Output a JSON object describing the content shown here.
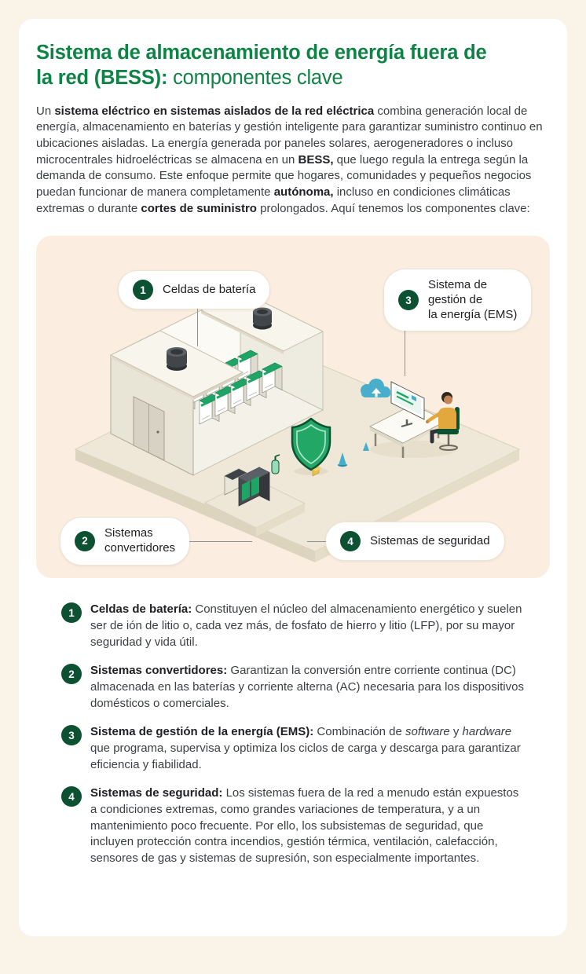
{
  "colors": {
    "accent_green": "#0e8345",
    "dark_green": "#0c5132",
    "battery_green": "#1ea566",
    "page_bg": "#faf3e8",
    "panel_bg": "#fbeee1",
    "card_bg": "#ffffff",
    "text_primary": "#202124",
    "text_body": "#3c4043",
    "pill_border": "#ece4d4"
  },
  "header": {
    "title_bold": "Sistema de almacenamiento de energía fuera de la red (BESS):",
    "title_light": "componentes clave"
  },
  "intro": {
    "segments": [
      {
        "text": "Un "
      },
      {
        "text": "sistema eléctrico en sistemas aislados de la red eléctrica",
        "bold": true
      },
      {
        "text": " combina generación local de energía, almacenamiento en baterías y gestión inteligente para garantizar suministro continuo en ubicaciones aisladas. La energía generada por paneles solares, aerogeneradores o incluso microcentrales hidroeléctricas se almacena en un "
      },
      {
        "text": "BESS,",
        "bold": true
      },
      {
        "text": " que luego regula la entrega según la demanda de consumo. Este enfoque permite que hogares, comunidades y pequeños negocios puedan funcionar de manera completamente "
      },
      {
        "text": "autónoma,",
        "bold": true
      },
      {
        "text": " incluso en condiciones climáticas extremas o durante "
      },
      {
        "text": "cortes de suministro",
        "bold": true
      },
      {
        "text": " prolongados. Aquí tenemos los componentes clave:"
      }
    ]
  },
  "diagram": {
    "callouts": [
      {
        "number": "1",
        "label": "Celdas de batería"
      },
      {
        "number": "2",
        "label": "Sistemas\nconvertidores"
      },
      {
        "number": "3",
        "label": "Sistema de\ngestión de\nla energía (EMS)"
      },
      {
        "number": "4",
        "label": "Sistemas de seguridad"
      }
    ],
    "illustration": {
      "type": "isometric-scene",
      "icons": [
        "battery-building",
        "battery-racks",
        "roof-vents",
        "building-door",
        "converter-cabinets",
        "ems-workstation",
        "operator",
        "monitor",
        "cloud",
        "shield",
        "fire-extinguisher",
        "gas-sensors"
      ]
    }
  },
  "legend": {
    "items": [
      {
        "number": "1",
        "title": "Celdas de batería:",
        "segments": [
          {
            "text": " Constituyen el núcleo del almacenamiento energético y suelen ser de ión de litio o, cada vez más, de fosfato de hierro y litio (LFP), por su mayor seguridad y vida útil."
          }
        ]
      },
      {
        "number": "2",
        "title": "Sistemas convertidores:",
        "segments": [
          {
            "text": " Garantizan la conversión entre corriente continua (DC) almacenada en las baterías y corriente alterna (AC) necesaria para los dispositivos domésticos o comerciales."
          }
        ]
      },
      {
        "number": "3",
        "title": "Sistema de gestión de la energía (EMS):",
        "segments": [
          {
            "text": " Combinación de "
          },
          {
            "text": "software",
            "italic": true
          },
          {
            "text": " y "
          },
          {
            "text": "hardware",
            "italic": true
          },
          {
            "text": " que programa, supervisa y optimiza los ciclos de carga y descarga para garantizar eficiencia y fiabilidad."
          }
        ]
      },
      {
        "number": "4",
        "title": "Sistemas de seguridad:",
        "segments": [
          {
            "text": " Los sistemas fuera de la red a menudo están expuestos a condiciones extremas, como grandes variaciones de temperatura, y a un mantenimiento poco frecuente. Por ello, los subsistemas de seguridad, que incluyen protección contra incendios, gestión térmica, ventilación, calefacción, sensores de gas y sistemas de supresión, son especialmente importantes."
          }
        ]
      }
    ]
  }
}
